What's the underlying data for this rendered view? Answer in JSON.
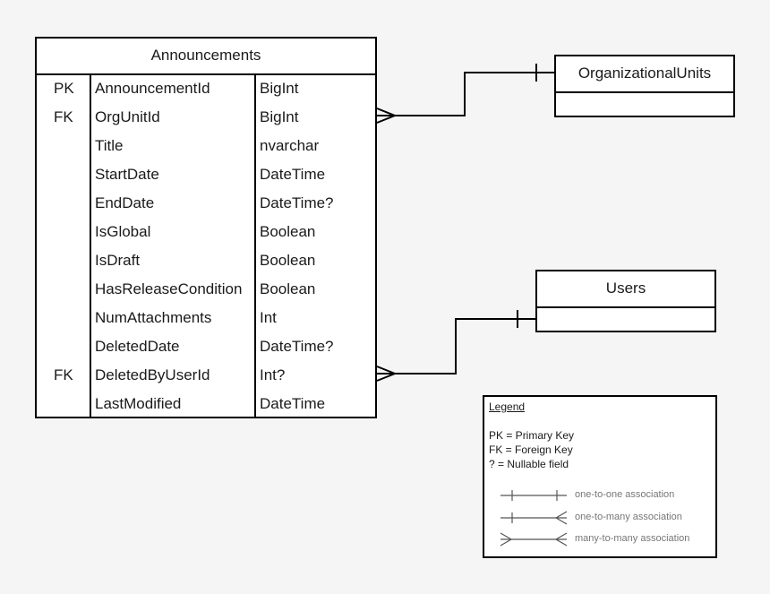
{
  "announcements": {
    "title": "Announcements",
    "rows": [
      {
        "key": "PK",
        "name": "AnnouncementId",
        "type": "BigInt"
      },
      {
        "key": "FK",
        "name": "OrgUnitId",
        "type": "BigInt"
      },
      {
        "key": "",
        "name": "Title",
        "type": "nvarchar"
      },
      {
        "key": "",
        "name": "StartDate",
        "type": "DateTime"
      },
      {
        "key": "",
        "name": "EndDate",
        "type": "DateTime?"
      },
      {
        "key": "",
        "name": "IsGlobal",
        "type": "Boolean"
      },
      {
        "key": "",
        "name": "IsDraft",
        "type": "Boolean"
      },
      {
        "key": "",
        "name": "HasReleaseCondition",
        "type": "Boolean"
      },
      {
        "key": "",
        "name": "NumAttachments",
        "type": "Int"
      },
      {
        "key": "",
        "name": "DeletedDate",
        "type": "DateTime?"
      },
      {
        "key": "FK",
        "name": "DeletedByUserId",
        "type": "Int?"
      },
      {
        "key": "",
        "name": "LastModified",
        "type": "DateTime"
      }
    ]
  },
  "org_units": {
    "title": "OrganizationalUnits"
  },
  "users": {
    "title": "Users"
  },
  "legend": {
    "title": "Legend",
    "lines": [
      "PK = Primary Key",
      "FK = Foreign Key",
      "? = Nullable field"
    ],
    "one_to_one": "one-to-one association",
    "one_to_many": "one-to-many association",
    "many_to_many": "many-to-many association"
  }
}
